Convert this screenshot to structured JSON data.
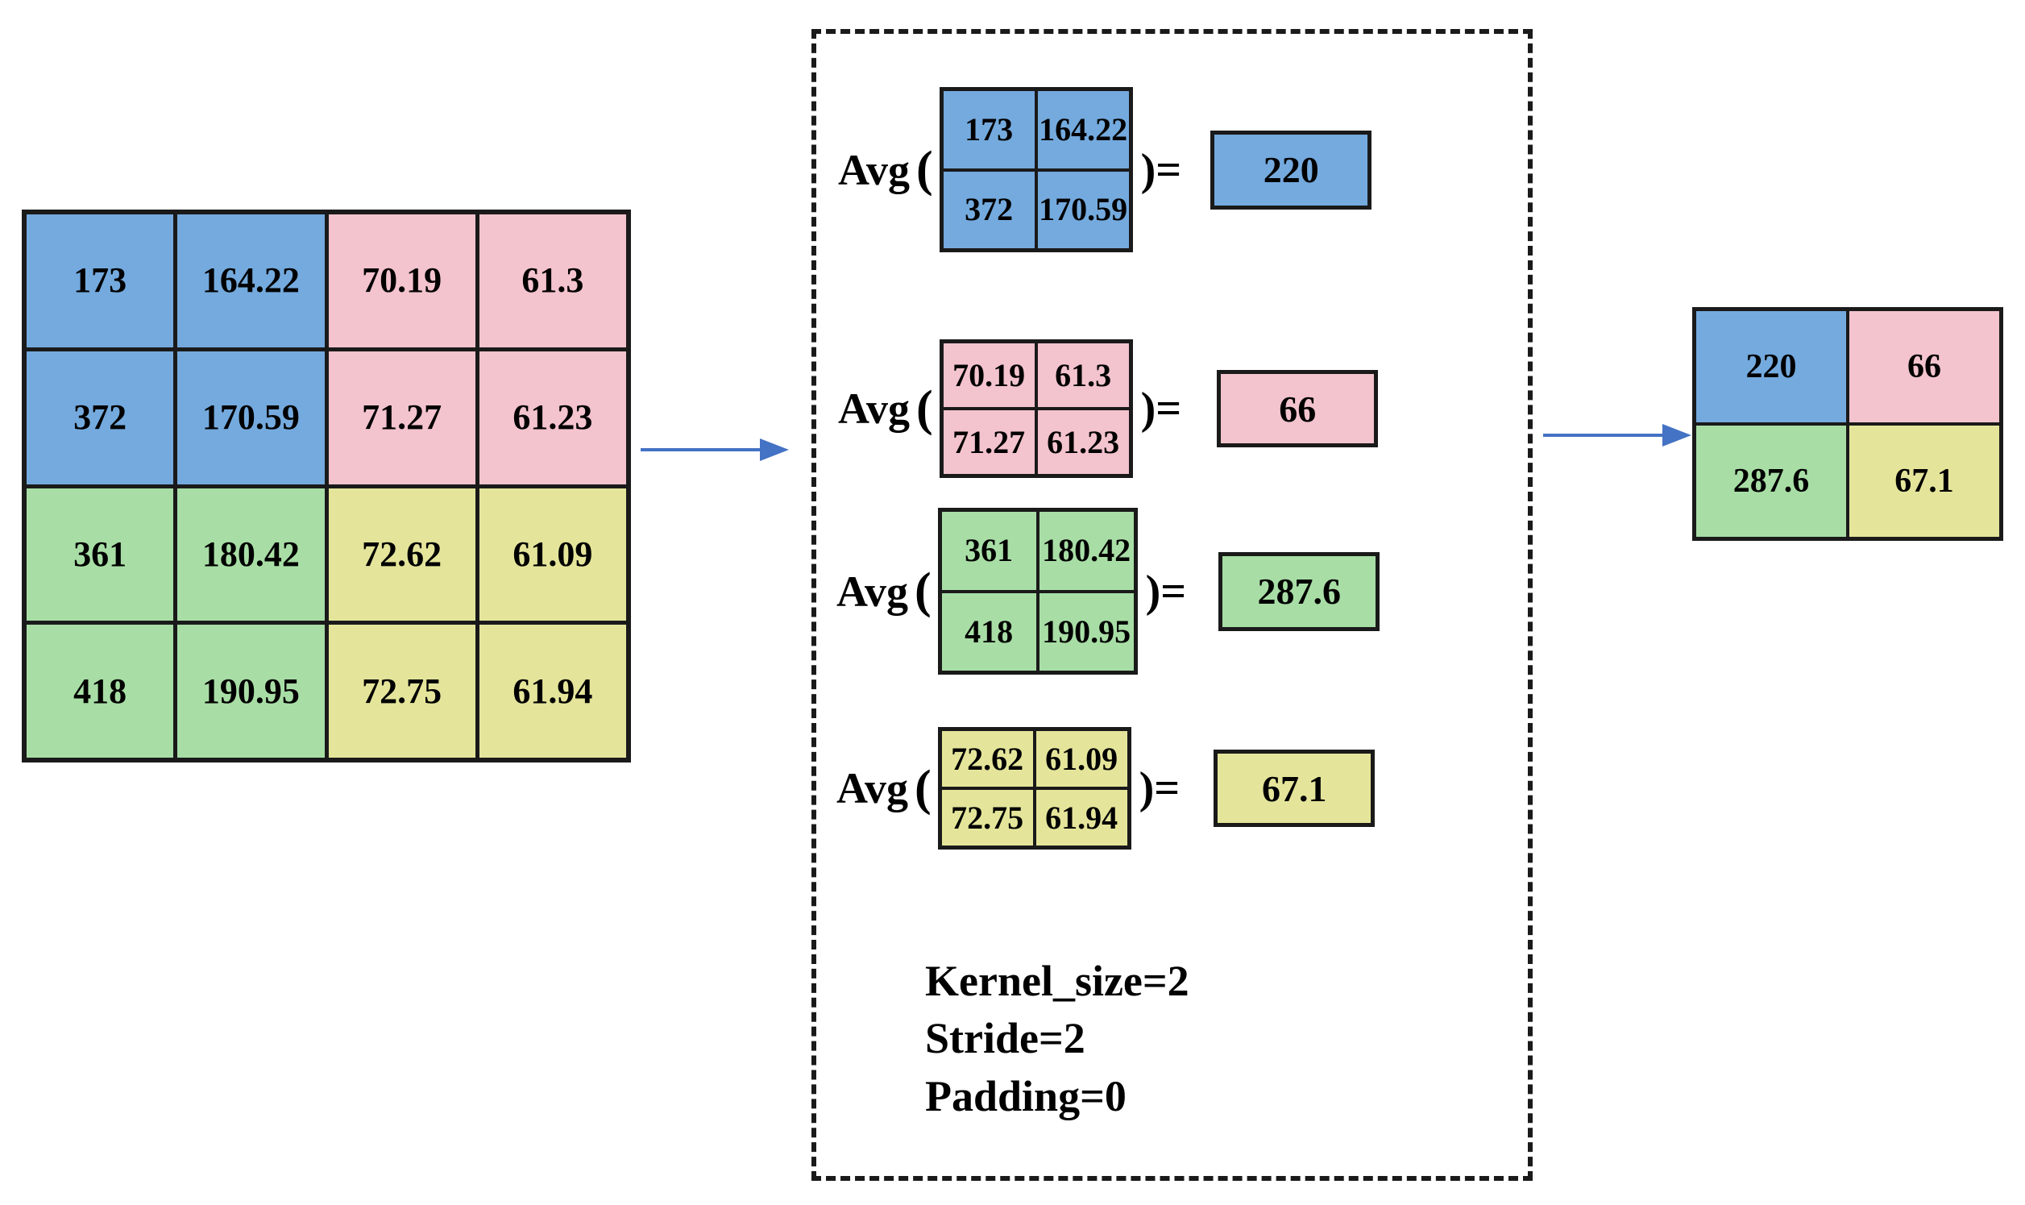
{
  "colors": {
    "blue": "#74AADE",
    "pink": "#F3C3CE",
    "green": "#A8DEA5",
    "yellow": "#E4E59A",
    "border": "#1a1a1a",
    "arrow": "#4472C4"
  },
  "input_matrix": {
    "title": "input-feature-map",
    "rows": [
      [
        {
          "value": "173",
          "color": "blue"
        },
        {
          "value": "164.22",
          "color": "blue"
        },
        {
          "value": "70.19",
          "color": "pink"
        },
        {
          "value": "61.3",
          "color": "pink"
        }
      ],
      [
        {
          "value": "372",
          "color": "blue"
        },
        {
          "value": "170.59",
          "color": "blue"
        },
        {
          "value": "71.27",
          "color": "pink"
        },
        {
          "value": "61.23",
          "color": "pink"
        }
      ],
      [
        {
          "value": "361",
          "color": "green"
        },
        {
          "value": "180.42",
          "color": "green"
        },
        {
          "value": "72.62",
          "color": "yellow"
        },
        {
          "value": "61.09",
          "color": "yellow"
        }
      ],
      [
        {
          "value": "418",
          "color": "green"
        },
        {
          "value": "190.95",
          "color": "green"
        },
        {
          "value": "72.75",
          "color": "yellow"
        },
        {
          "value": "61.94",
          "color": "yellow"
        }
      ]
    ]
  },
  "pooling": {
    "avg_label": "Avg",
    "paren_open": "(",
    "paren_close_eq": ")=",
    "operations": [
      {
        "color": "blue",
        "window": [
          "173",
          "164.22",
          "372",
          "170.59"
        ],
        "result": "220"
      },
      {
        "color": "pink",
        "window": [
          "70.19",
          "61.3",
          "71.27",
          "61.23"
        ],
        "result": "66"
      },
      {
        "color": "green",
        "window": [
          "361",
          "180.42",
          "418",
          "190.95"
        ],
        "result": "287.6"
      },
      {
        "color": "yellow",
        "window": [
          "72.62",
          "61.09",
          "72.75",
          "61.94"
        ],
        "result": "67.1"
      }
    ],
    "params": [
      "Kernel_size=2",
      "Stride=2",
      "Padding=0"
    ]
  },
  "output_matrix": {
    "title": "output-feature-map",
    "rows": [
      [
        {
          "value": "220",
          "color": "blue"
        },
        {
          "value": "66",
          "color": "pink"
        }
      ],
      [
        {
          "value": "287.6",
          "color": "green"
        },
        {
          "value": "67.1",
          "color": "yellow"
        }
      ]
    ]
  }
}
